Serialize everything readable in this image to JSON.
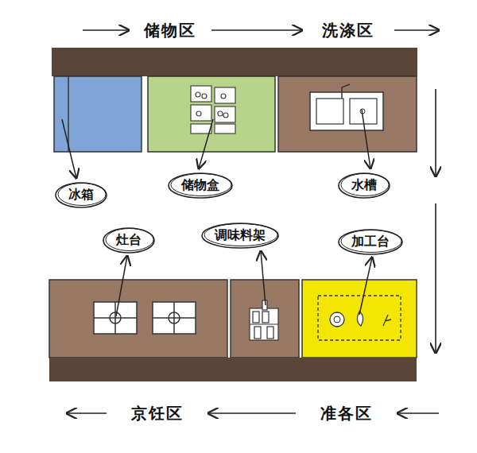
{
  "diagram": {
    "nodes": [
      {
        "text": [
          "冰箱"
        ]
      },
      {
        "text": [
          "储物盒"
        ]
      },
      {
        "text": [
          "水槽"
        ]
      },
      {
        "text": [
          "灶台"
        ]
      },
      {
        "text": [
          "调味料架"
        ]
      },
      {
        "text": [
          "加工台"
        ]
      }
    ],
    "labels": [
      "储物区",
      "洗涤区",
      "京饪区",
      "准各区"
    ]
  }
}
